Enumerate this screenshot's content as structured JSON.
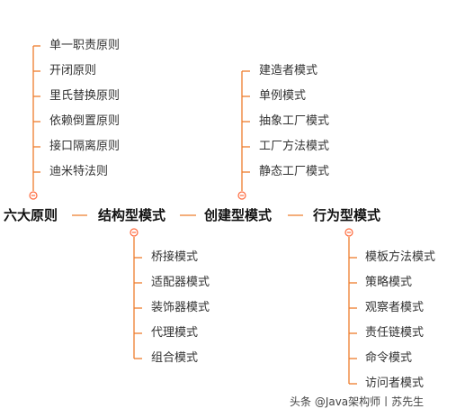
{
  "diagram": {
    "line_color": "#ee7d2c",
    "connector_color": "#ff6a3d",
    "main_nodes": [
      {
        "id": "six_principles",
        "label": "六大原则"
      },
      {
        "id": "structural",
        "label": "结构型模式"
      },
      {
        "id": "creational",
        "label": "创建型模式"
      },
      {
        "id": "behavioral",
        "label": "行为型模式"
      }
    ],
    "branches": {
      "six_principles": [
        "单一职责原则",
        "开闭原则",
        "里氏替换原则",
        "依赖倒置原则",
        "接口隔离原则",
        "迪米特法则"
      ],
      "creational": [
        "建造者模式",
        "单例模式",
        "抽象工厂模式",
        "工厂方法模式",
        "静态工厂模式"
      ],
      "structural": [
        "桥接模式",
        "适配器模式",
        "装饰器模式",
        "代理模式",
        "组合模式"
      ],
      "behavioral": [
        "模板方法模式",
        "策略模式",
        "观察者模式",
        "责任链模式",
        "命令模式",
        "访问者模式"
      ]
    }
  },
  "watermark": "头条 @Java架构师丨苏先生"
}
